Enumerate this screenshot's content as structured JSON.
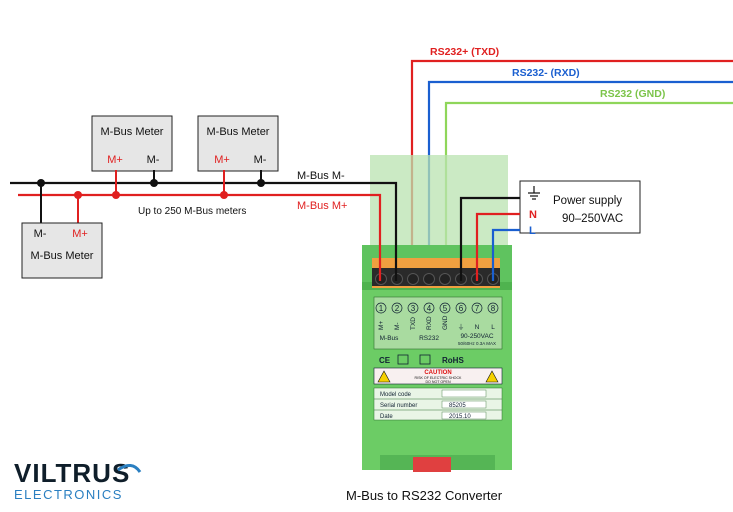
{
  "meters": {
    "meter1": {
      "title": "M-Bus Meter",
      "plus": "M+",
      "minus": "M-"
    },
    "meter2": {
      "title": "M-Bus Meter",
      "plus": "M+",
      "minus": "M-"
    },
    "meter3": {
      "title": "M-Bus Meter",
      "plus": "M+",
      "minus": "M-"
    }
  },
  "bus": {
    "minus_label": "M-Bus M-",
    "plus_label": "M-Bus M+",
    "note": "Up to 250 M-Bus meters"
  },
  "rs232": {
    "txd_label": "RS232+ (TXD)",
    "rxd_label": "RS232- (RXD)",
    "gnd_label": "RS232 (GND)"
  },
  "power": {
    "title": "Power supply",
    "range": "90–250VAC",
    "n_label": "N",
    "l_label": "L"
  },
  "device": {
    "terminals": [
      "1",
      "2",
      "3",
      "4",
      "5",
      "6",
      "7",
      "8"
    ],
    "terminal_labels": [
      "M+",
      "M-",
      "TXD",
      "RXD",
      "GND",
      "⏚",
      "N",
      "L"
    ],
    "group_mbus": "M-Bus",
    "group_rs232": "RS232",
    "group_power": "90-250VAC",
    "power_spec": "50/60Hz 0.3A MAX",
    "ce": "CE",
    "rohs": "RoHS",
    "caution": "CAUTION",
    "caution_sub1": "RISK OF ELECTRIC SHOCK",
    "caution_sub2": "DO NOT OPEN",
    "model_code_label": "Model code",
    "model_code_value": "",
    "serial_label": "Serial number",
    "serial_value": "85205",
    "date_label": "Date",
    "date_value": "2015.10"
  },
  "brand": {
    "name": "VILTRUS",
    "sub": "ELECTRONICS"
  },
  "caption": "M-Bus to RS232 Converter",
  "colors": {
    "red": "#e02020",
    "blue": "#1a5fd0",
    "green": "#8fd65a",
    "housing": "#5fc35f",
    "housing_dark": "#3e9e3e",
    "brand_blue": "#2a7fc1"
  }
}
